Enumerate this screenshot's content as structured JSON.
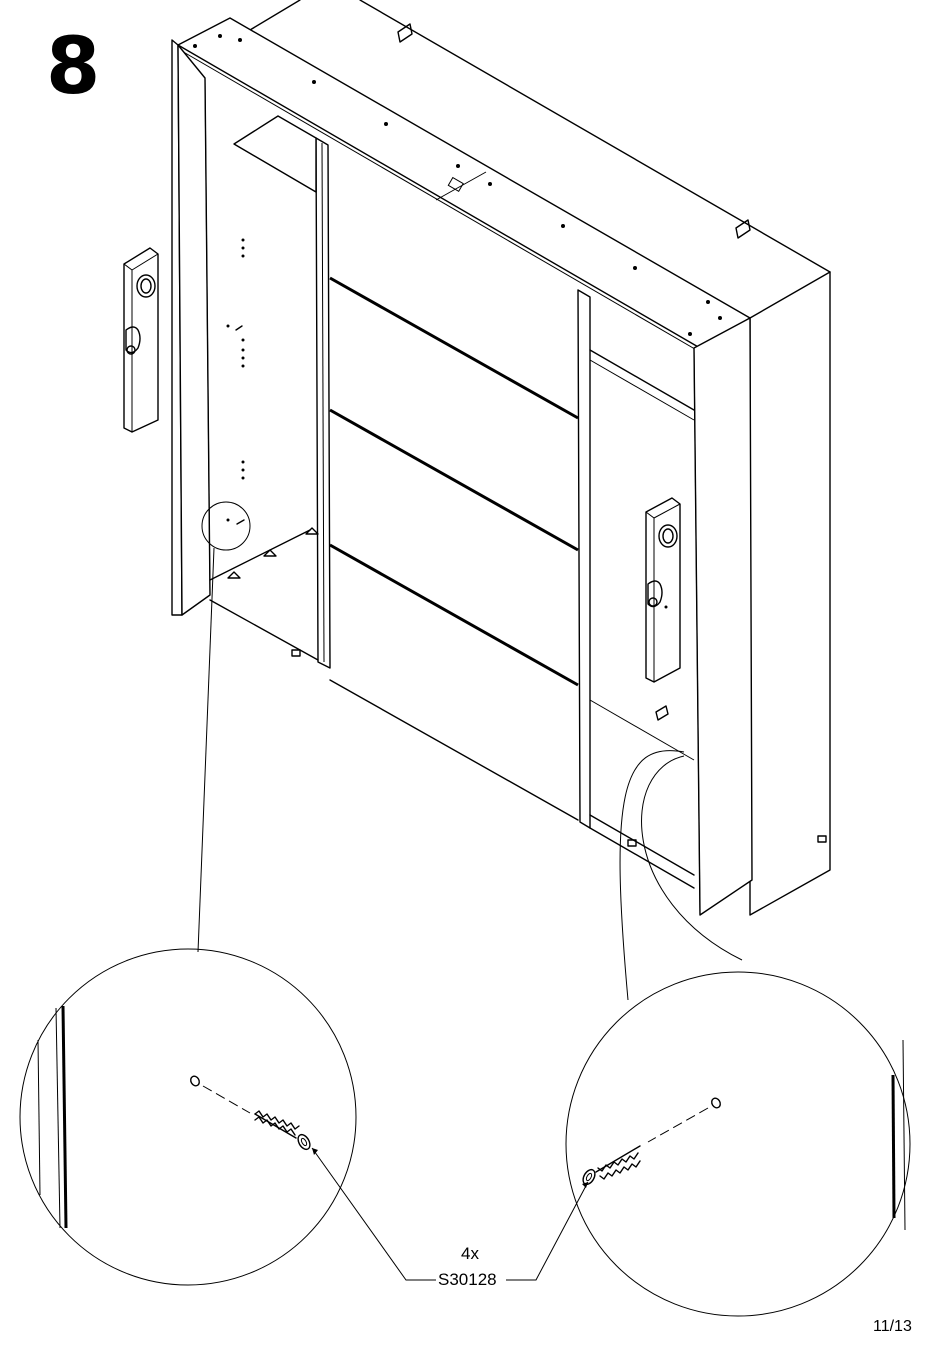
{
  "step": {
    "number": "8"
  },
  "parts": {
    "quantity": "4x",
    "code": "S30128"
  },
  "page": {
    "number": "11/13"
  },
  "icons": {
    "cabinet": "wardrobe-cabinet-illustration",
    "door_handle": "handle-hinge-icon",
    "screw": "screw-icon",
    "detail": "magnifier-detail-circle"
  }
}
